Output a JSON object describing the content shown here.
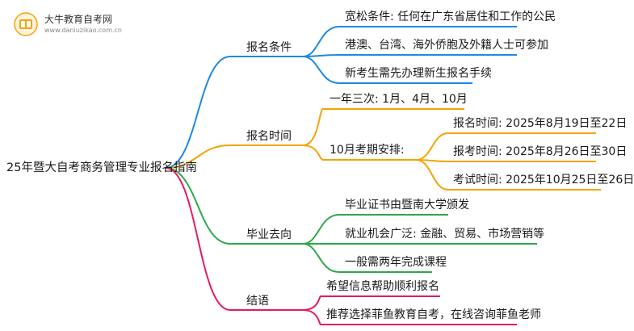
{
  "brand": {
    "name": "大牛教育自考网",
    "url": "www.daniuzikao.com.cn"
  },
  "root": "25年暨大自考商务管理专业报名指南",
  "branches": [
    {
      "label": "报名条件",
      "color": "#1e88e5",
      "children": [
        {
          "text": "宽松条件: 任何在广东省居住和工作的公民"
        },
        {
          "text": "港澳、台湾、海外侨胞及外籍人士可参加"
        },
        {
          "text": "新考生需先办理新生报名手续"
        }
      ]
    },
    {
      "label": "报名时间",
      "color": "#f5a300",
      "children": [
        {
          "text": "一年三次: 1月、4月、10月"
        },
        {
          "text": "10月考期安排:",
          "children": [
            {
              "text": "报名时间: 2025年8月19日至22日"
            },
            {
              "text": "报考时间: 2025年8月26日至30日"
            },
            {
              "text": "考试时间: 2025年10月25日至26日"
            }
          ]
        }
      ]
    },
    {
      "label": "毕业去向",
      "color": "#2ea84a",
      "children": [
        {
          "text": "毕业证书由暨南大学颁发"
        },
        {
          "text": "就业机会广泛: 金融、贸易、市场营销等"
        },
        {
          "text": "一般需两年完成课程"
        }
      ]
    },
    {
      "label": "结语",
      "color": "#e8195f",
      "children": [
        {
          "text": "希望信息帮助顺利报名"
        },
        {
          "text": "推荐选择菲鱼教育自考，在线咨询菲鱼老师"
        }
      ]
    }
  ]
}
